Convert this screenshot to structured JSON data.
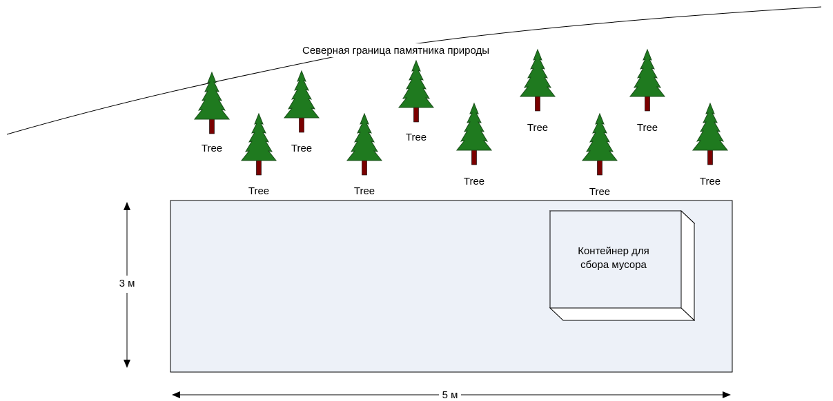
{
  "boundary": {
    "label": "Северная граница памятника природы",
    "color": "#000000"
  },
  "trees": [
    {
      "label": "Tree"
    },
    {
      "label": "Tree"
    },
    {
      "label": "Tree"
    },
    {
      "label": "Tree"
    },
    {
      "label": "Tree"
    },
    {
      "label": "Tree"
    },
    {
      "label": "Tree"
    },
    {
      "label": "Tree"
    },
    {
      "label": "Tree"
    },
    {
      "label": "Tree"
    }
  ],
  "site": {
    "fill_color": "#edf1f8",
    "container_label_line1": "Контейнер для",
    "container_label_line2": "сбора мусора"
  },
  "dimensions": {
    "height_label": "3 м",
    "width_label": "5 м"
  },
  "colors": {
    "tree_foliage": "#1f7a1f",
    "tree_trunk": "#7a0000",
    "outline": "#000000"
  }
}
